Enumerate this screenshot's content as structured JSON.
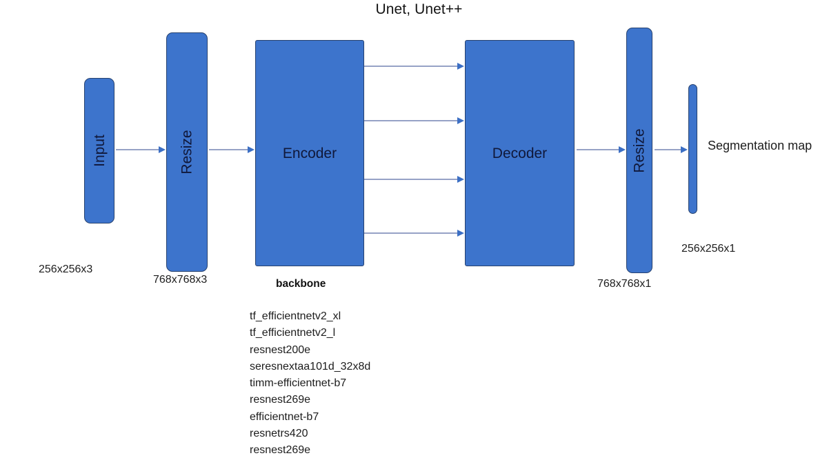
{
  "title": "Unet, Unet++",
  "blocks": {
    "input": {
      "label": "Input",
      "dim": "256x256x3"
    },
    "resize_in": {
      "label": "Resize",
      "dim": "768x768x3"
    },
    "encoder": {
      "label": "Encoder"
    },
    "decoder": {
      "label": "Decoder"
    },
    "resize_out": {
      "label": "Resize",
      "dim": "768x768x1"
    },
    "output": {
      "label": "Segmentation map",
      "dim": "256x256x1"
    }
  },
  "backbone": {
    "heading": "backbone",
    "items": [
      "tf_efficientnetv2_xl",
      "tf_efficientnetv2_l",
      "resnest200e",
      "seresnextaa101d_32x8d",
      "timm-efficientnet-b7",
      "resnest269e",
      "efficientnet-b7",
      "resnetrs420",
      "resnest269e"
    ]
  },
  "colors": {
    "block_fill": "#3D74CC",
    "block_border": "#26416E",
    "arrow_shaft": "#96A2C6",
    "arrow_head": "#3C6FC4",
    "text": "#1c1c1c",
    "background": "#ffffff"
  },
  "skip_connections": {
    "count": 4,
    "direction": "encoder-to-decoder"
  }
}
